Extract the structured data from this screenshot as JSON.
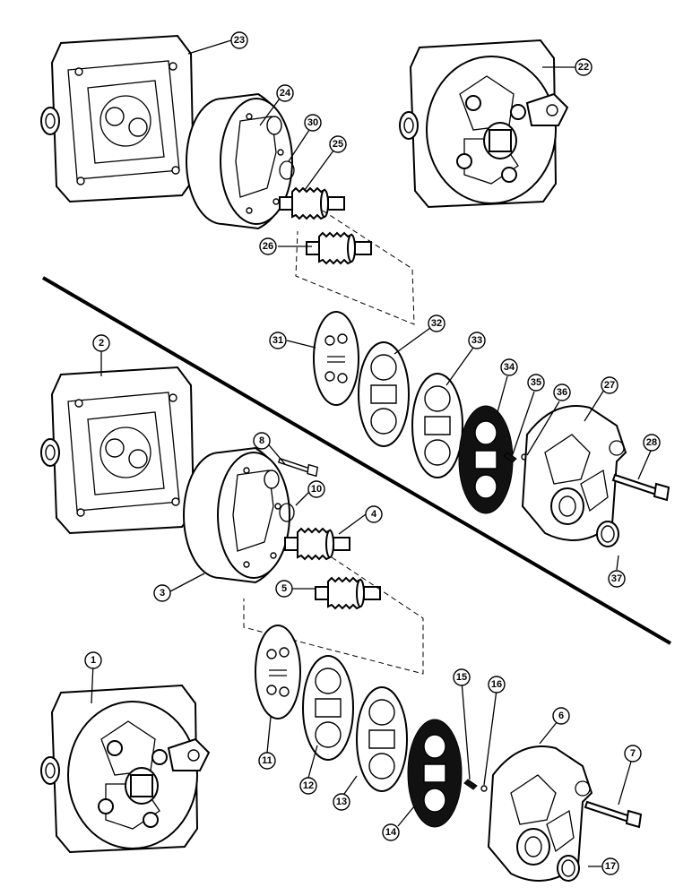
{
  "callouts": [
    "1",
    "2",
    "3",
    "4",
    "5",
    "6",
    "7",
    "8",
    "10",
    "11",
    "12",
    "13",
    "14",
    "15",
    "16",
    "17",
    "22",
    "23",
    "24",
    "25",
    "26",
    "27",
    "28",
    "30",
    "31",
    "32",
    "33",
    "34",
    "35",
    "36",
    "37"
  ]
}
